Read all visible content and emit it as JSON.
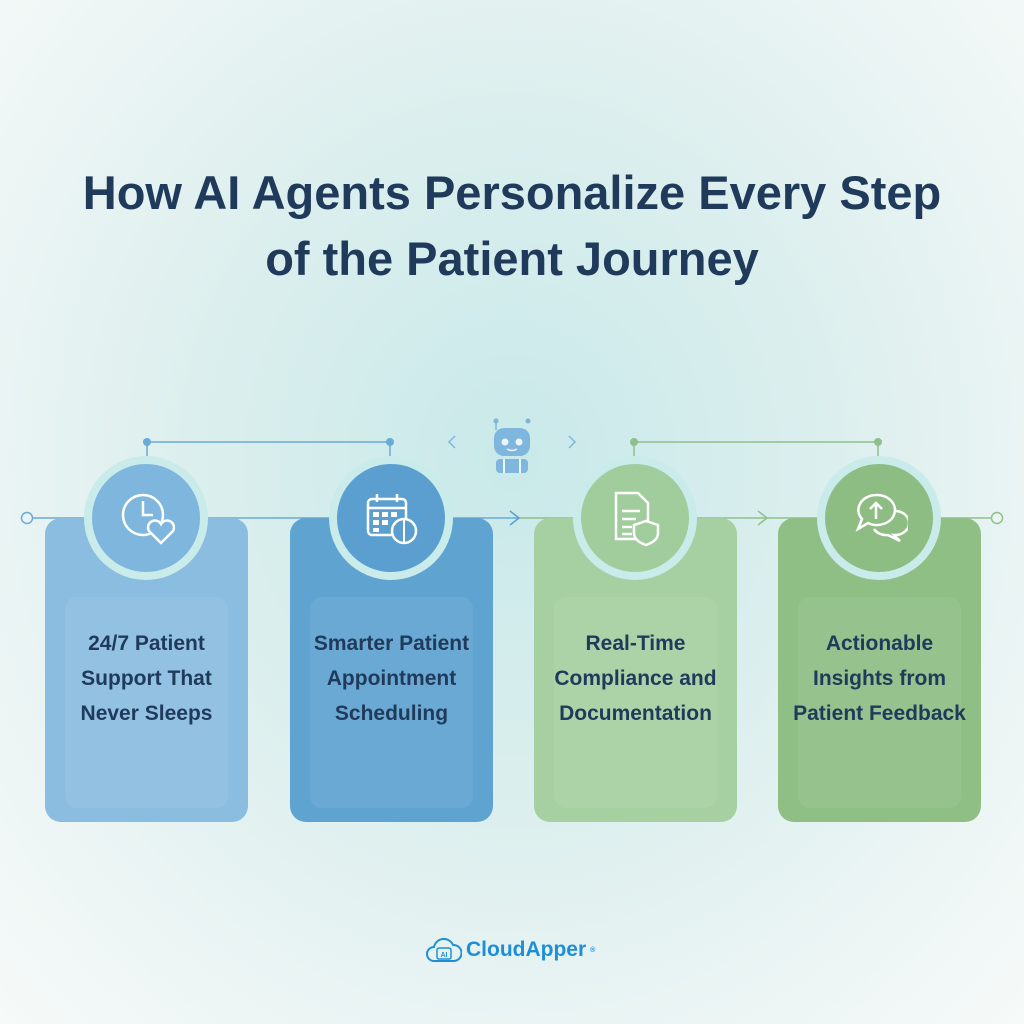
{
  "title": {
    "line1": "How AI Agents Personalize Every Step",
    "line2": "of the Patient Journey"
  },
  "steps": [
    {
      "lines": [
        "24/7 Patient",
        "Support That",
        "Never Sleeps"
      ],
      "icon": "clock-heart-icon",
      "color": "#8bbde0",
      "disc": "#7fb6de"
    },
    {
      "lines": [
        "Smarter Patient",
        "Appointment",
        "Scheduling"
      ],
      "icon": "calendar-brain-icon",
      "color": "#5fa3d0",
      "disc": "#5a9fd0"
    },
    {
      "lines": [
        "Real-Time",
        "Compliance and",
        "Documentation"
      ],
      "icon": "document-shield-icon",
      "color": "#a6cfa2",
      "disc": "#a1cc9c"
    },
    {
      "lines": [
        "Actionable",
        "Insights from",
        "Patient Feedback"
      ],
      "icon": "chat-bubbles-icon",
      "color": "#8fbf85",
      "disc": "#8dbd83"
    }
  ],
  "logo": {
    "text": "CloudApper",
    "badge": "AI",
    "mark": "®"
  },
  "colors": {
    "title": "#1f3a5a",
    "blue_line": "#6aaad8",
    "green_line": "#8fc08a",
    "brand": "#1e8fd6"
  }
}
